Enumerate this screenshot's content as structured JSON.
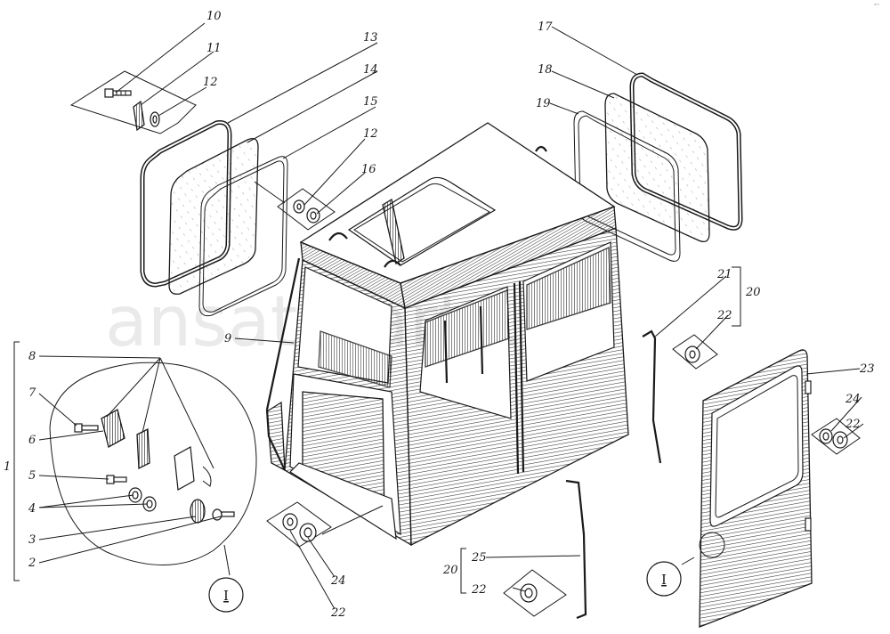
{
  "watermark": "ansat-parts.ru",
  "corner_mark": "ᵃᵐ",
  "callouts": {
    "n1": "1",
    "n2": "2",
    "n3": "3",
    "n4": "4",
    "n5": "5",
    "n6": "6",
    "n7": "7",
    "n8": "8",
    "n9": "9",
    "n10": "10",
    "n11": "11",
    "n12a": "12",
    "n12b": "12",
    "n13": "13",
    "n14": "14",
    "n15": "15",
    "n16": "16",
    "n17": "17",
    "n18": "18",
    "n19": "19",
    "n20a": "20",
    "n20b": "20",
    "n21": "21",
    "n22a": "22",
    "n22b": "22",
    "n22c": "22",
    "n22d": "22",
    "n23": "23",
    "n24a": "24",
    "n24b": "24",
    "n25": "25"
  },
  "detail_markers": {
    "detail_left": "I",
    "detail_right": "I"
  },
  "icons": [
    "bolt-icon",
    "washer-icon",
    "nut-icon",
    "latch-icon",
    "hinge-icon"
  ]
}
